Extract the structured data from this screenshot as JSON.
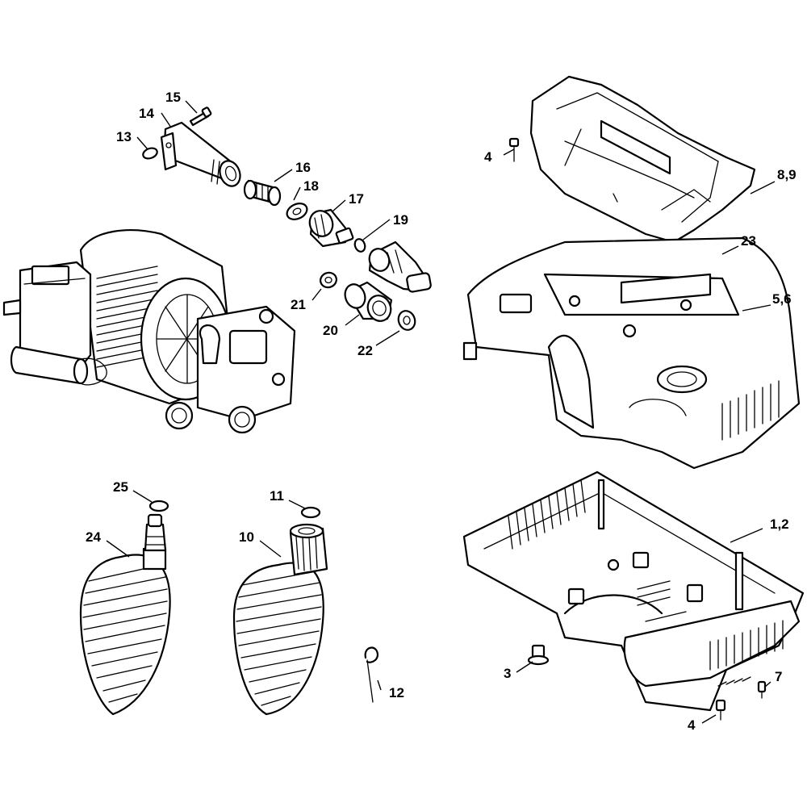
{
  "callouts": {
    "c1_2": "1,2",
    "c3": "3",
    "c4_top": "4",
    "c4_bottom": "4",
    "c5_6": "5,6",
    "c7": "7",
    "c8_9": "8,9",
    "c10": "10",
    "c11": "11",
    "c12": "12",
    "c13": "13",
    "c14": "14",
    "c15": "15",
    "c16": "16",
    "c17": "17",
    "c18": "18",
    "c19": "19",
    "c20": "20",
    "c21": "21",
    "c22": "22",
    "c23": "23",
    "c24": "24",
    "c25": "25"
  },
  "colors": {
    "line": "#000000",
    "background": "#ffffff"
  }
}
